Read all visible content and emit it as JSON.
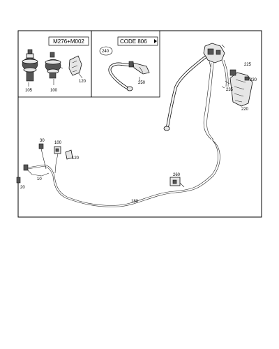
{
  "inset_left": {
    "header": "M276+M002"
  },
  "inset_right": {
    "header": "CODE 806"
  },
  "callouts": [
    {
      "id": "c105",
      "text": "105"
    },
    {
      "id": "c100a",
      "text": "100"
    },
    {
      "id": "c120a",
      "text": "120"
    },
    {
      "id": "c240",
      "text": "240"
    },
    {
      "id": "c250",
      "text": "250"
    },
    {
      "id": "c225",
      "text": "225"
    },
    {
      "id": "c230",
      "text": "230"
    },
    {
      "id": "c235",
      "text": "235"
    },
    {
      "id": "c220",
      "text": "220"
    },
    {
      "id": "c30",
      "text": "30"
    },
    {
      "id": "c100b",
      "text": "100"
    },
    {
      "id": "c120b",
      "text": "120"
    },
    {
      "id": "c10",
      "text": "10"
    },
    {
      "id": "c20",
      "text": "20"
    },
    {
      "id": "c260",
      "text": "260"
    },
    {
      "id": "c180",
      "text": "180"
    }
  ]
}
